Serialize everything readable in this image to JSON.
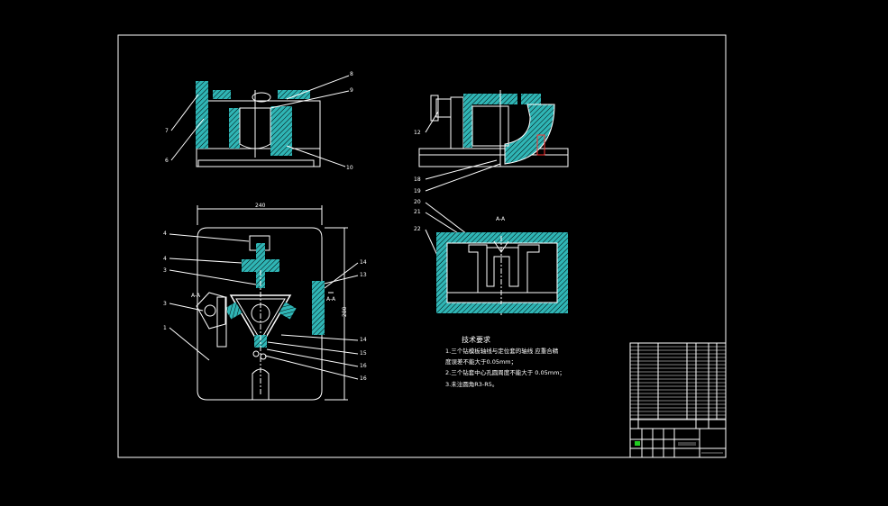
{
  "drawing": {
    "colors": {
      "background": "#000000",
      "line": "#ffffff",
      "hatch": "#2fb5b5",
      "accent": "#ff3333",
      "logo": "#22cc22"
    },
    "balloons": {
      "front": [
        "7",
        "6",
        "8",
        "9",
        "10"
      ],
      "side": [
        "12",
        "18",
        "19",
        "20",
        "21",
        "22"
      ],
      "plan": [
        "4",
        "4",
        "3",
        "3",
        "1",
        "14",
        "13",
        "14",
        "15",
        "16",
        "16"
      ]
    },
    "dims": {
      "width": "240",
      "height": "280"
    },
    "section_label": "A-A",
    "tech_req": {
      "heading": "技术要求",
      "lines": [
        "1.三个钻模板轴线与定位套的轴线  应重合精",
        "度误差不能大于0.05mm；",
        "2.三个钻套中心孔圆周度不能大于  0.05mm；",
        "3.未注圆角R3-R5。"
      ]
    }
  }
}
